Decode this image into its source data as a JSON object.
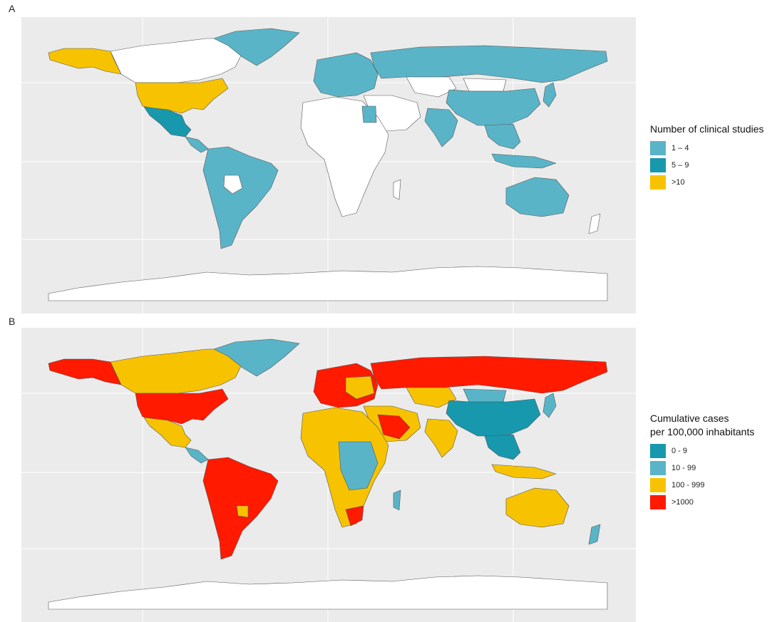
{
  "panels": [
    {
      "letter": "A",
      "legend_title": "Number of clinical studies",
      "categories": [
        {
          "label": "1 – 4",
          "color": "#5ab4c8"
        },
        {
          "label": "5 – 9",
          "color": "#1798ad"
        },
        {
          "label": ">10",
          "color": "#f7c300"
        }
      ],
      "no_data_color": "#ffffff"
    },
    {
      "letter": "B",
      "legend_title": "Cumulative cases\nper 100,000 inhabitants",
      "categories": [
        {
          "label": "0 - 9",
          "color": "#1798ad"
        },
        {
          "label": "10 - 99",
          "color": "#5ab4c8"
        },
        {
          "label": "100 - 999",
          "color": "#f7c300"
        },
        {
          "label": ">1000",
          "color": "#ff1a00"
        }
      ]
    }
  ]
}
